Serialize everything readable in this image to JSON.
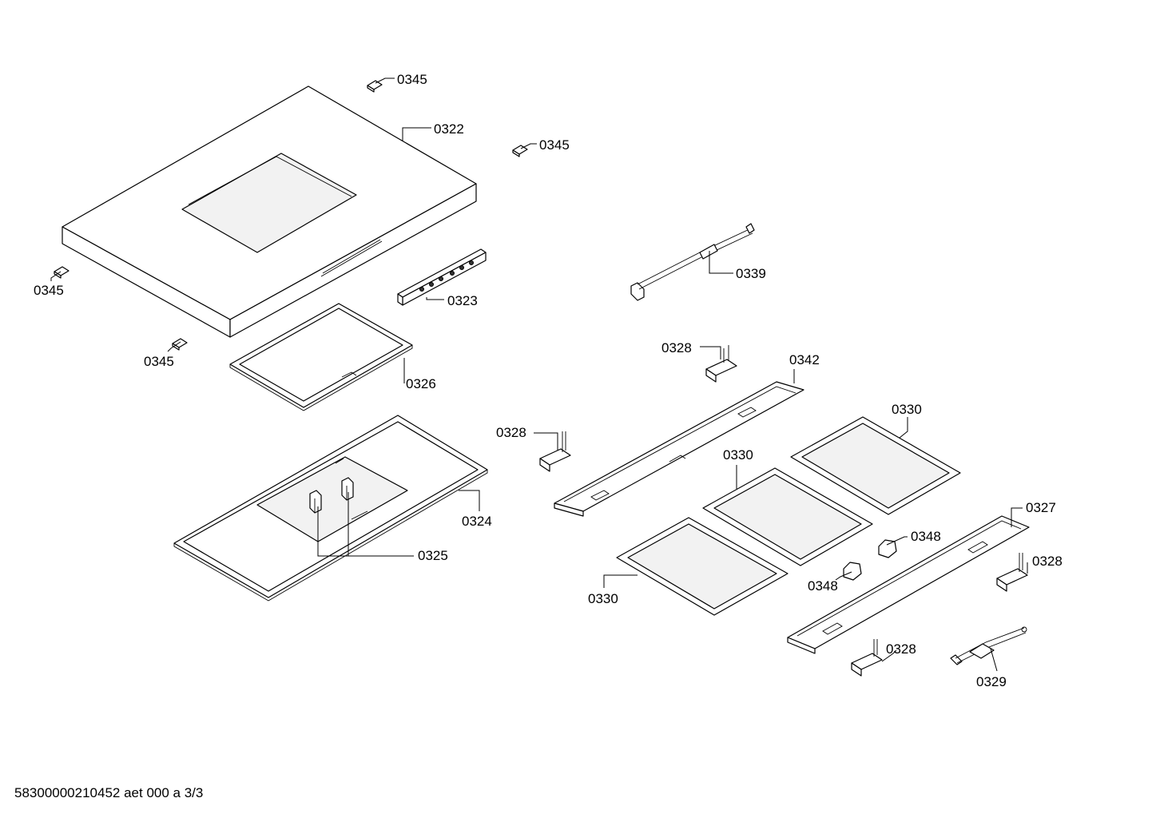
{
  "callouts": {
    "c0345_top": "0345",
    "c0322": "0322",
    "c0345_right": "0345",
    "c0345_left": "0345",
    "c0323": "0323",
    "c0345_bottom": "0345",
    "c0339": "0339",
    "c0326": "0326",
    "c0328_a": "0328",
    "c0342": "0342",
    "c0328_b": "0328",
    "c0330_a": "0330",
    "c0330_b": "0330",
    "c0324": "0324",
    "c0325": "0325",
    "c0327": "0327",
    "c0348_a": "0348",
    "c0328_c": "0328",
    "c0348_b": "0348",
    "c0330_c": "0330",
    "c0328_d": "0328",
    "c0329": "0329"
  },
  "footer": {
    "document_code": "58300000210452 aet 000 a 3/3"
  }
}
